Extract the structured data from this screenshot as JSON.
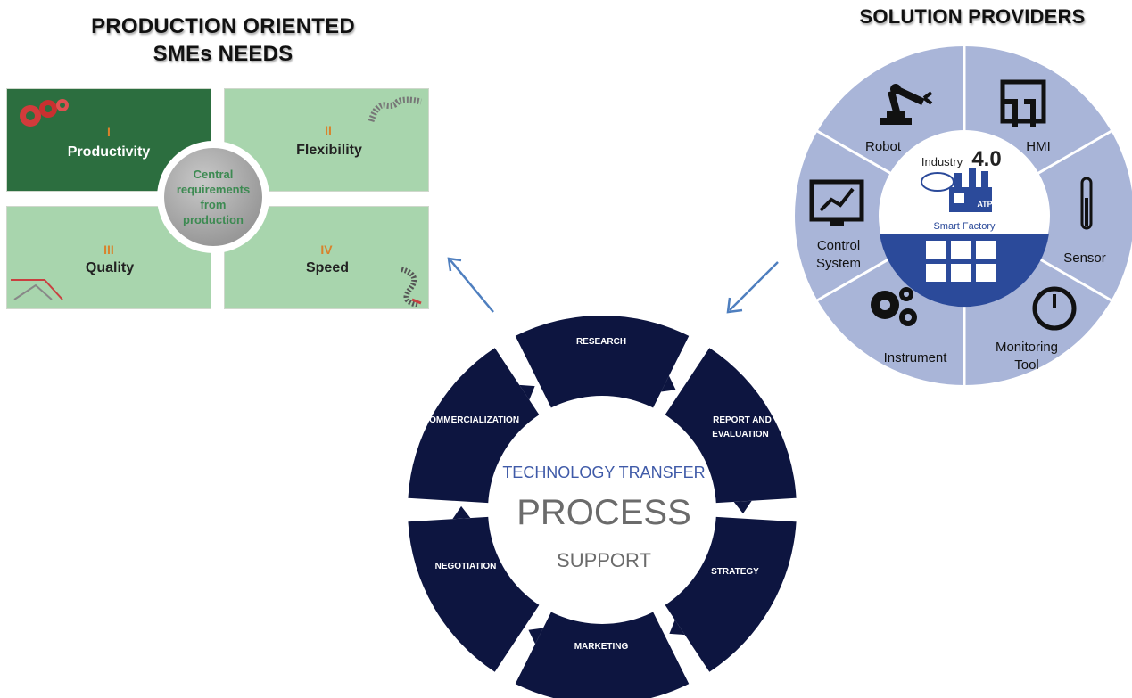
{
  "left_panel": {
    "heading_line1": "PRODUCTION ORIENTED",
    "heading_line2": "SMEs NEEDS",
    "quadrants": [
      {
        "num": "I",
        "label": "Productivity",
        "icon": "gears-icon"
      },
      {
        "num": "II",
        "label": "Flexibility",
        "icon": "spring-icon"
      },
      {
        "num": "III",
        "label": "Quality",
        "icon": "caliper-icon"
      },
      {
        "num": "IV",
        "label": "Speed",
        "icon": "speedometer-icon"
      }
    ],
    "center_text": "Central requirements from production",
    "colors": {
      "dark_green": "#2c6e3f",
      "light_green": "#a8d5ad",
      "accent_orange": "#d9822b"
    }
  },
  "right_panel": {
    "heading": "SOLUTION PROVIDERS",
    "segments": [
      {
        "label_line1": "Robot",
        "label_line2": "",
        "icon": "robot-arm-icon"
      },
      {
        "label_line1": "HMI",
        "label_line2": "",
        "icon": "touch-screen-icon"
      },
      {
        "label_line1": "Sensor",
        "label_line2": "",
        "icon": "thermometer-icon"
      },
      {
        "label_line1": "Monitoring",
        "label_line2": "Tool",
        "icon": "gauge-icon"
      },
      {
        "label_line1": "Instrument",
        "label_line2": "",
        "icon": "cogs-icon"
      },
      {
        "label_line1": "Control",
        "label_line2": "System",
        "icon": "monitor-chart-icon"
      }
    ],
    "hub": {
      "industry": "Industry",
      "version": "4.0",
      "smart_factory": "Smart Factory",
      "atp": "ATP"
    },
    "colors": {
      "segment": "#a9b5d8",
      "hub_blue": "#2b4a9a"
    }
  },
  "process_wheel": {
    "segments": [
      "RESEARCH",
      "REPORT AND EVALUATION",
      "STRATEGY",
      "MARKETING",
      "NEGOTIATION",
      "COMMERCIALIZATION"
    ],
    "center_line1": "TECHNOLOGY TRANSFER",
    "center_line2": "PROCESS",
    "center_line3": "SUPPORT",
    "colors": {
      "segment": "#0d1540",
      "center_text_blue": "#3f5aa8",
      "center_text_gray": "#6b6b6b"
    }
  },
  "arrows": [
    {
      "name": "arrow-to-needs"
    },
    {
      "name": "arrow-from-providers"
    }
  ]
}
